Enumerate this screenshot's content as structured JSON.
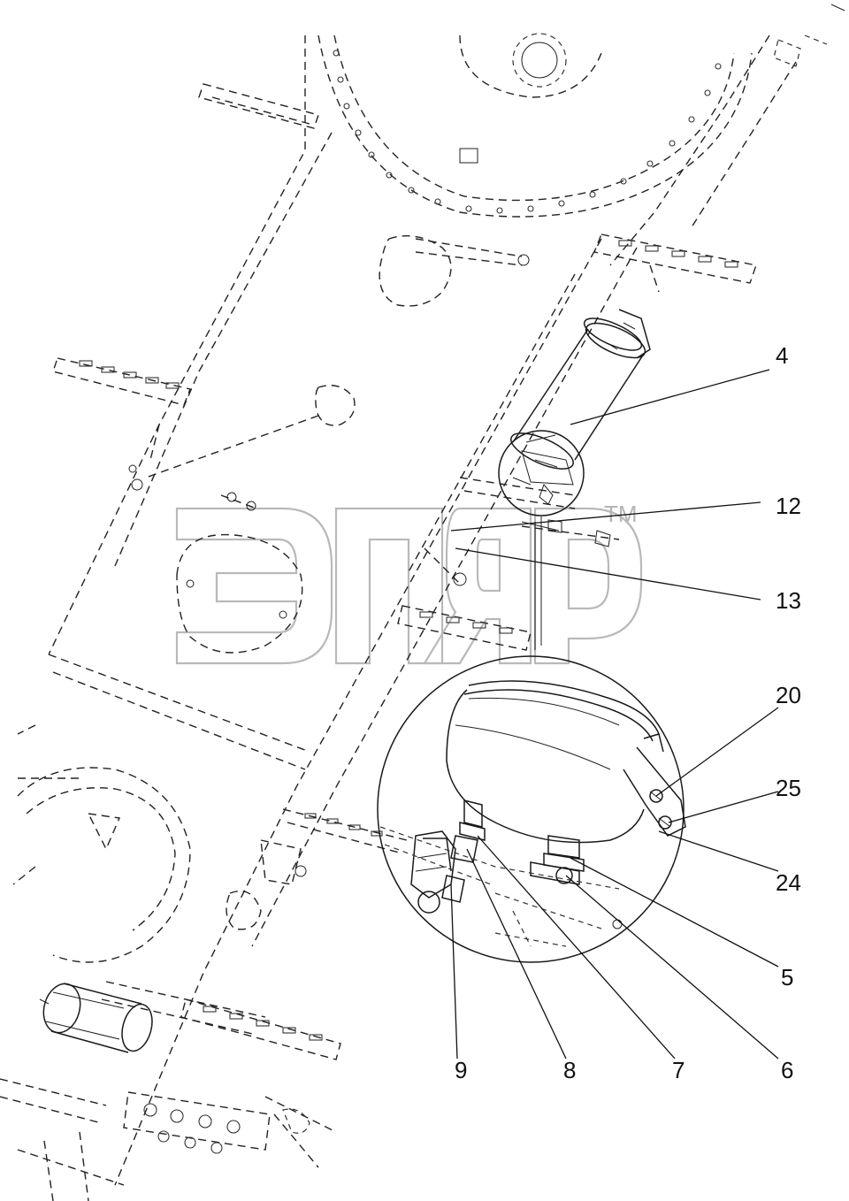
{
  "diagram": {
    "callouts": [
      {
        "id": "4",
        "text": "4"
      },
      {
        "id": "12",
        "text": "12"
      },
      {
        "id": "13",
        "text": "13"
      },
      {
        "id": "20",
        "text": "20"
      },
      {
        "id": "25",
        "text": "25"
      },
      {
        "id": "24",
        "text": "24"
      },
      {
        "id": "5",
        "text": "5"
      },
      {
        "id": "6",
        "text": "6"
      },
      {
        "id": "7",
        "text": "7"
      },
      {
        "id": "8",
        "text": "8"
      },
      {
        "id": "9",
        "text": "9"
      }
    ],
    "watermark": {
      "trademark": "TM"
    }
  }
}
